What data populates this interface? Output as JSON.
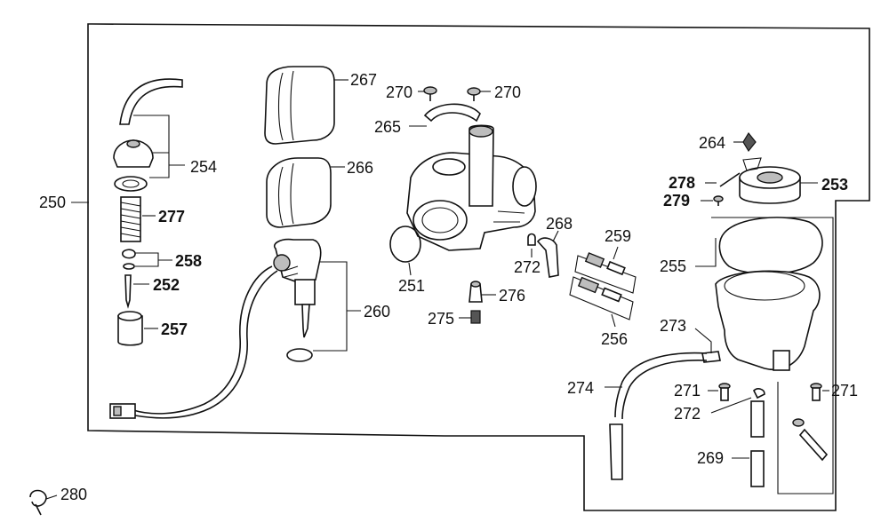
{
  "diagram": {
    "labels": [
      {
        "id": "250",
        "text": "250",
        "bold": false
      },
      {
        "id": "254",
        "text": "254",
        "bold": false
      },
      {
        "id": "277",
        "text": "277",
        "bold": true
      },
      {
        "id": "258",
        "text": "258",
        "bold": true
      },
      {
        "id": "252",
        "text": "252",
        "bold": true
      },
      {
        "id": "257",
        "text": "257",
        "bold": true
      },
      {
        "id": "267",
        "text": "267",
        "bold": false
      },
      {
        "id": "266",
        "text": "266",
        "bold": false
      },
      {
        "id": "260",
        "text": "260",
        "bold": false
      },
      {
        "id": "270a",
        "text": "270",
        "bold": false
      },
      {
        "id": "270b",
        "text": "270",
        "bold": false
      },
      {
        "id": "265",
        "text": "265",
        "bold": false
      },
      {
        "id": "251",
        "text": "251",
        "bold": false
      },
      {
        "id": "268",
        "text": "268",
        "bold": false
      },
      {
        "id": "272a",
        "text": "272",
        "bold": false
      },
      {
        "id": "276",
        "text": "276",
        "bold": false
      },
      {
        "id": "275",
        "text": "275",
        "bold": false
      },
      {
        "id": "259",
        "text": "259",
        "bold": false
      },
      {
        "id": "256",
        "text": "256",
        "bold": false
      },
      {
        "id": "264",
        "text": "264",
        "bold": false
      },
      {
        "id": "278",
        "text": "278",
        "bold": true
      },
      {
        "id": "279",
        "text": "279",
        "bold": true
      },
      {
        "id": "253",
        "text": "253",
        "bold": true
      },
      {
        "id": "255",
        "text": "255",
        "bold": false
      },
      {
        "id": "273",
        "text": "273",
        "bold": false
      },
      {
        "id": "274",
        "text": "274",
        "bold": false
      },
      {
        "id": "271a",
        "text": "271",
        "bold": false
      },
      {
        "id": "272b",
        "text": "272",
        "bold": false
      },
      {
        "id": "271b",
        "text": "271",
        "bold": false
      },
      {
        "id": "269",
        "text": "269",
        "bold": false
      },
      {
        "id": "280",
        "text": "280",
        "bold": false
      }
    ]
  }
}
